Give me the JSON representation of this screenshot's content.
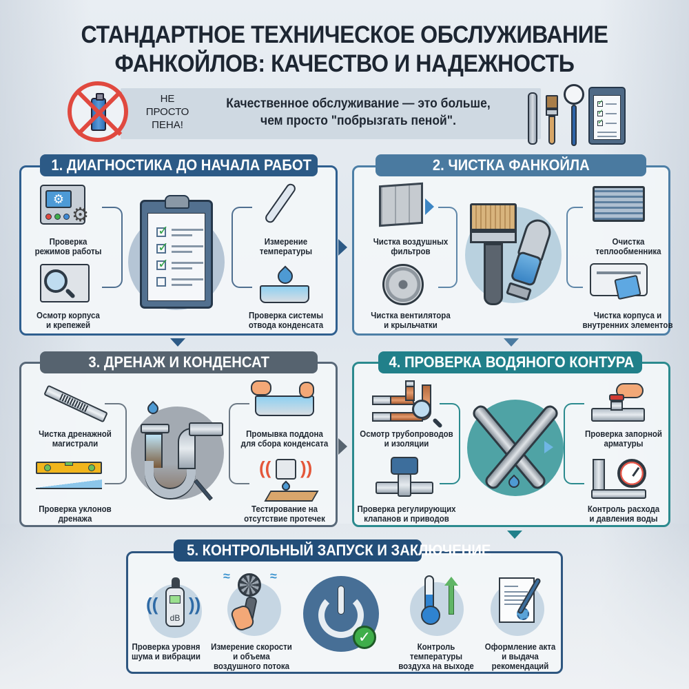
{
  "title": {
    "line1": "СТАНДАРТНОЕ ТЕХНИЧЕСКОЕ ОБСЛУЖИВАНИЕ",
    "line2": "ФАНКОЙЛОВ: КАЧЕСТВО И НАДЕЖНОСТЬ"
  },
  "banner": {
    "badge_line1": "НЕ",
    "badge_line2": "ПРОСТО",
    "badge_line3": "ПЕНА!",
    "text_line1": "Качественное обслуживание — это больше,",
    "text_line2": "чем просто \"побрызгать пеной\".",
    "left_icon": "no-spray-can-icon",
    "right_icons": [
      "adjustable-wrench-icon",
      "paint-brush-icon",
      "pressure-gauge-icon",
      "checklist-clipboard-icon"
    ]
  },
  "colors": {
    "section1": "#2c5a86",
    "section2": "#4a7aa0",
    "section3": "#56636f",
    "section4": "#21808a",
    "section5": "#234e79",
    "check_green": "#31a246",
    "prohibit_red": "#e0493f"
  },
  "sections": [
    {
      "number": 1,
      "title": "1. ДИАГНОСТИКА ДО НАЧАЛА РАБОТ",
      "center_icon": "checklist-clipboard-icon",
      "items": [
        {
          "label1": "Проверка",
          "label2": "режимов работы",
          "icon": "control-panel-icon"
        },
        {
          "label1": "Осмотр корпуса",
          "label2": "и крепежей",
          "icon": "unit-magnifier-icon"
        },
        {
          "label1": "Измерение",
          "label2": "температуры",
          "icon": "thermometer-icon"
        },
        {
          "label1": "Проверка системы",
          "label2": "отвода конденсата",
          "icon": "drain-tray-icon"
        }
      ]
    },
    {
      "number": 2,
      "title": "2. ЧИСТКА ФАНКОЙЛА",
      "center_icon": "brush-vacuum-icon",
      "items": [
        {
          "label1": "Чистка воздушных",
          "label2": "фильтров",
          "icon": "air-filter-icon"
        },
        {
          "label1": "Чистка вентилятора",
          "label2": "и крыльчатки",
          "icon": "fan-icon"
        },
        {
          "label1": "Очистка",
          "label2": "теплообменника",
          "icon": "heat-exchanger-icon"
        },
        {
          "label1": "Чистка корпуса и",
          "label2": "внутренних элементов",
          "icon": "wipe-unit-icon"
        }
      ]
    },
    {
      "number": 3,
      "title": "3. ДРЕНАЖ И КОНДЕНСАТ",
      "center_icon": "drain-pipe-icon",
      "items": [
        {
          "label1": "Чистка дренажной",
          "label2": "магистрали",
          "icon": "pipe-brush-icon"
        },
        {
          "label1": "Проверка уклонов",
          "label2": "дренажа",
          "icon": "spirit-level-icon"
        },
        {
          "label1": "Промывка поддона",
          "label2": "для сбора конденсата",
          "icon": "tray-rinse-icon"
        },
        {
          "label1": "Тестирование на",
          "label2": "отсутствие протечек",
          "icon": "leak-sensor-icon"
        }
      ]
    },
    {
      "number": 4,
      "title": "4. ПРОВЕРКА ВОДЯНОГО КОНТУРА",
      "center_icon": "crossed-wrenches-icon",
      "items": [
        {
          "label1": "Осмотр трубопроводов",
          "label2": "и изоляции",
          "icon": "pipes-magnifier-icon"
        },
        {
          "label1": "Проверка регулирующих",
          "label2": "клапанов и приводов",
          "icon": "valve-actuator-icon"
        },
        {
          "label1": "Проверка запорной",
          "label2": "арматуры",
          "icon": "shutoff-valve-icon"
        },
        {
          "label1": "Контроль расхода",
          "label2": "и давления воды",
          "icon": "flow-pressure-gauge-icon"
        }
      ]
    },
    {
      "number": 5,
      "title": "5. КОНТРОЛЬНЫЙ ЗАПУСК И ЗАКЛЮЧЕНИЕ",
      "center_icon": "power-check-icon",
      "items": [
        {
          "label1": "Проверка уровня",
          "label2": "шума и вибрации",
          "label3": "",
          "icon": "sound-meter-icon",
          "meter_unit": "dB"
        },
        {
          "label1": "Измерение скорости",
          "label2": "и объема",
          "label3": "воздушного потока",
          "icon": "anemometer-icon"
        },
        {
          "label1": "Контроль",
          "label2": "температуры",
          "label3": "воздуха на выходе",
          "icon": "thermometer-up-icon"
        },
        {
          "label1": "Оформление акта",
          "label2": "и выдача",
          "label3": "рекомендаций",
          "icon": "signed-document-icon"
        }
      ]
    }
  ]
}
